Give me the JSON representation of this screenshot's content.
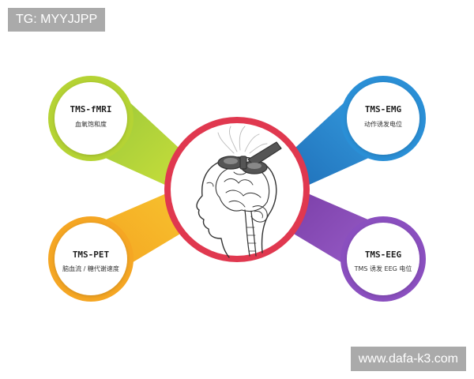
{
  "overlay": {
    "tag_text": "TG: MYYJJPP",
    "watermark_text": "www.dafa-k3.com"
  },
  "colors": {
    "center_ring": "#e0384f",
    "fmri": "#b5d334",
    "emg": "#2a8fd6",
    "pet": "#f5a623",
    "eeg": "#8a4fbf"
  },
  "center": {
    "icon": "head-tms-coil-icon"
  },
  "nodes": {
    "fmri": {
      "title": "TMS-fMRI",
      "subtitle": "血氧饱和度"
    },
    "emg": {
      "title": "TMS-EMG",
      "subtitle": "动作诱发电位"
    },
    "pet": {
      "title": "TMS-PET",
      "subtitle": "脑血流 / 糖代谢速度"
    },
    "eeg": {
      "title": "TMS-EEG",
      "subtitle": "TMS 诱发 EEG 电位"
    }
  }
}
